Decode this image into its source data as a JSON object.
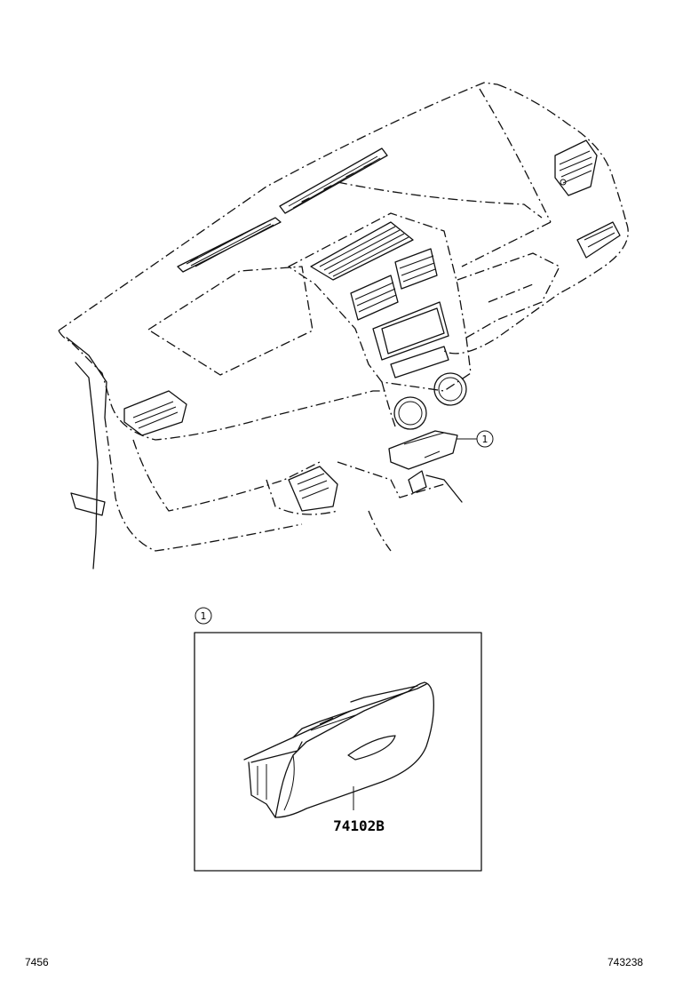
{
  "callout_number": "1",
  "detail_callout_number": "1",
  "part_label": "74102B",
  "footer": {
    "left": "7456",
    "right": "743238"
  }
}
